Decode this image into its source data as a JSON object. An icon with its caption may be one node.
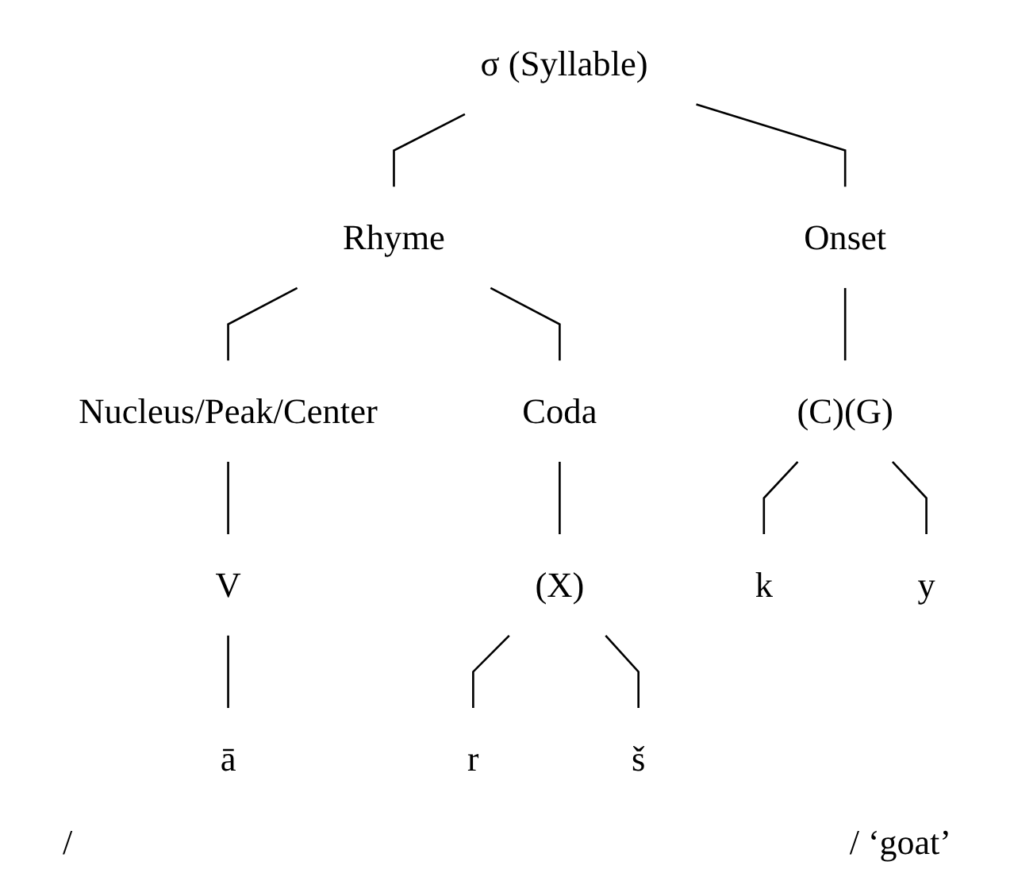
{
  "diagram": {
    "nodes": [
      {
        "text": [
          "σ (Syllable)"
        ]
      },
      {
        "text": [
          "Onset"
        ]
      },
      {
        "text": [
          "Rhyme"
        ]
      },
      {
        "text": [
          "Nucleus/Peak/Center"
        ]
      },
      {
        "text": [
          "Coda"
        ]
      },
      {
        "text": [
          "(C)(G)"
        ]
      },
      {
        "text": [
          "V"
        ]
      },
      {
        "text": [
          "(X)"
        ]
      },
      {
        "text": [
          "k"
        ]
      },
      {
        "text": [
          "y"
        ]
      },
      {
        "text": [
          "ā"
        ]
      },
      {
        "text": [
          "r"
        ]
      },
      {
        "text": [
          "š"
        ]
      }
    ],
    "edges": [
      {
        "from": 0,
        "to": 1,
        "arrow": "none"
      },
      {
        "from": 0,
        "to": 2,
        "arrow": "none"
      },
      {
        "from": 1,
        "to": 5,
        "arrow": "none"
      },
      {
        "from": 2,
        "to": 3,
        "arrow": "none"
      },
      {
        "from": 2,
        "to": 4,
        "arrow": "none"
      },
      {
        "from": 3,
        "to": 6,
        "arrow": "none"
      },
      {
        "from": 4,
        "to": 7,
        "arrow": "none"
      },
      {
        "from": 5,
        "to": 8,
        "arrow": "none"
      },
      {
        "from": 5,
        "to": 9,
        "arrow": "none"
      },
      {
        "from": 6,
        "to": 10,
        "arrow": "none"
      },
      {
        "from": 7,
        "to": 11,
        "arrow": "none"
      },
      {
        "from": 7,
        "to": 12,
        "arrow": "none"
      }
    ],
    "labels": [
      "/",
      "/ ‘goat’"
    ]
  }
}
